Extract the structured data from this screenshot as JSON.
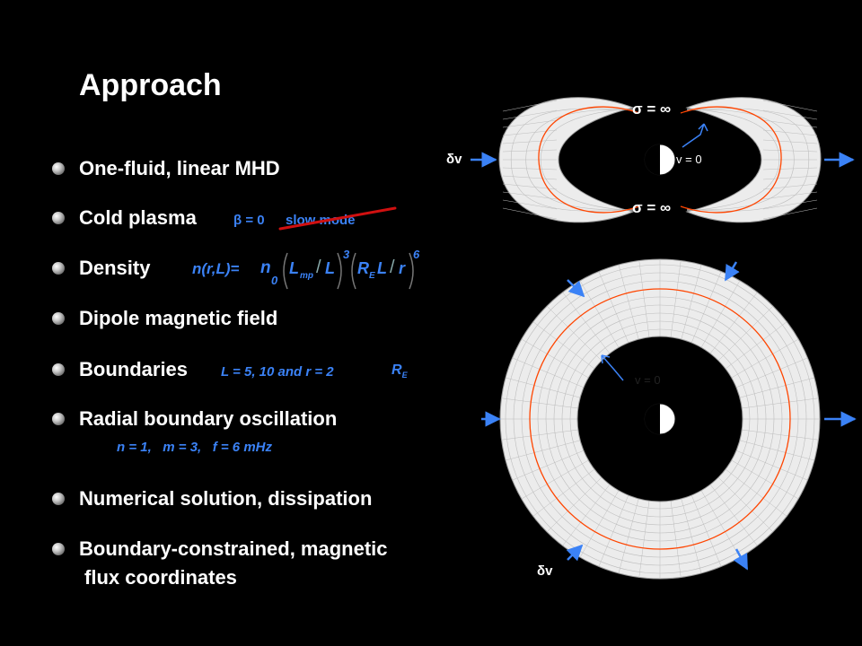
{
  "slide": {
    "title": "Approach",
    "bullets": [
      {
        "text": "One-fluid, linear MHD"
      },
      {
        "text": "Cold plasma",
        "note": "β = 0",
        "struck": "slow mode"
      },
      {
        "text": "Density",
        "formula": {
          "lhs": "n(r,L)=",
          "n": "n",
          "n_sub": "0",
          "lmp": "L",
          "lmp_sub": "mp",
          "slash1": "/",
          "l1": "L",
          "exp1": "3",
          "re": "R",
          "re_sub": "E",
          "l2": "L",
          "slash2": "/",
          "r": "r",
          "exp2": "6"
        }
      },
      {
        "text": "Dipole magnetic field"
      },
      {
        "text": "Boundaries",
        "note": "L = 5, 10 and r = 2",
        "note_unit": "R",
        "note_unit_sub": "E"
      },
      {
        "text": "Radial boundary oscillation",
        "sub_note": "n = 1,   m = 3,   f = 6 mHz"
      },
      {
        "text": "Numerical solution, dissipation"
      },
      {
        "text": "Boundary-constrained, magnetic",
        "line2": "flux coordinates"
      }
    ]
  },
  "diagram_top": {
    "sigma_top": "σ = ∞",
    "sigma_bottom": "σ = ∞",
    "dv_label": "δv",
    "v_zero": "v = 0"
  },
  "diagram_bottom": {
    "v_zero": "v = 0",
    "dv_label": "δv"
  },
  "colors": {
    "accent": "#3b82f6",
    "curve": "#ff4500",
    "strike": "#d01010",
    "grid": "#bdbdbd",
    "fill": "#ececec"
  }
}
